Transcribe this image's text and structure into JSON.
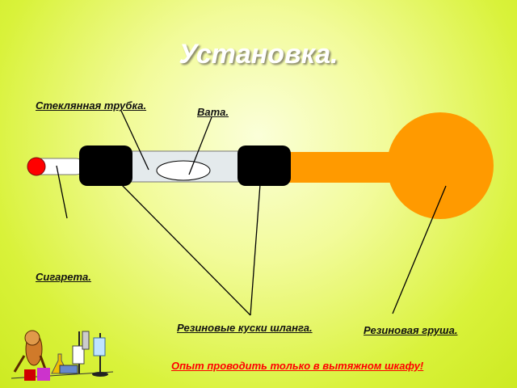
{
  "slide": {
    "title": "Установка.",
    "labels": {
      "glass_tube": "Стеклянная трубка.",
      "cotton": "Вата.",
      "cigarette": "Сигарета.",
      "hose_pieces": "Резиновые куски шланга.",
      "bulb": "Резиновая груша."
    },
    "warning": "Опыт проводить только в вытяжном шкафу!"
  },
  "colors": {
    "bulb": "#ff9a00",
    "cigarette_tip": "#ff0000",
    "hose": "#000000",
    "glass": "#e4eaec",
    "warning_text": "#ff0000"
  }
}
